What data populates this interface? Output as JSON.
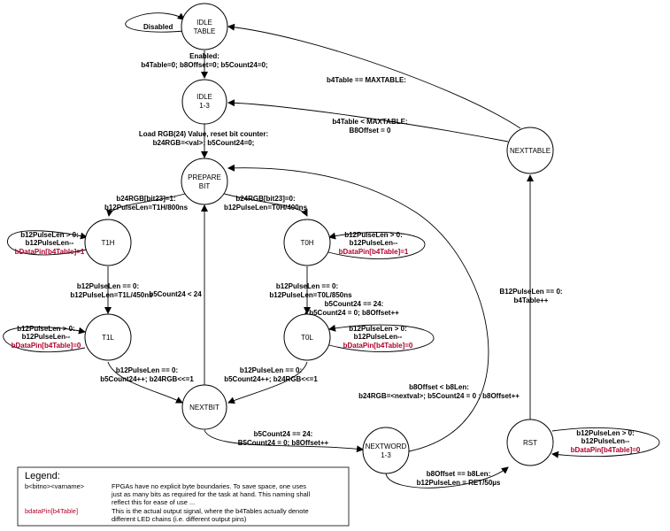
{
  "states": {
    "idle_table": [
      "IDLE",
      "TABLE"
    ],
    "idle_13": [
      "IDLE",
      "1-3"
    ],
    "prepare_bit": [
      "PREPARE",
      "BIT"
    ],
    "t1h": [
      "T1H"
    ],
    "t0h": [
      "T0H"
    ],
    "t1l": [
      "T1L"
    ],
    "t0l": [
      "T0L"
    ],
    "nextbit": [
      "NEXTBIT"
    ],
    "nextword": [
      "NEXTWORD",
      "1-3"
    ],
    "rst": [
      "RST"
    ],
    "nexttable": [
      "NEXTTABLE"
    ]
  },
  "labels": {
    "disabled": "Disabled",
    "enabled": [
      "Enabled:",
      "b4Table=0; b8Offset=0; b5Count24=0;"
    ],
    "load_rgb": [
      "Load RGB(24) Value, reset bit counter:",
      "b24RGB=<val>; b5Count24=0;"
    ],
    "to_t1h": [
      "b24RGB[bit23]=1:",
      "b12PulseLen=T1H/800ns"
    ],
    "to_t0h": [
      "b24RGB[bit23]=0:",
      "b12PulseLen=T0H/400ns"
    ],
    "t1h_loop": [
      "b12PulseLen > 0:",
      "b12PulseLen--"
    ],
    "t1h_loop_red": "bDataPin[b4Table]=1",
    "t0h_loop": [
      "b12PulseLen > 0:",
      "b12PulseLen--"
    ],
    "t0h_loop_red": "bDataPin[b4Table]=1",
    "t1h_to_t1l": [
      "b12PulseLen == 0:",
      "b12PulseLen=T1L/450ns"
    ],
    "t0h_to_t0l": [
      "b12PulseLen == 0:",
      "b12PulseLen=T0L/850ns"
    ],
    "t1l_loop": [
      "b12PulseLen > 0:",
      "b12PulseLen--"
    ],
    "t1l_loop_red": "bDataPin[b4Table]=0",
    "t0l_loop": [
      "b12PulseLen > 0:",
      "b12PulseLen--"
    ],
    "t0l_loop_red": "bDataPin[b4Table]=0",
    "count24_reset": [
      "b5Count24 == 24:",
      "b5Count24 = 0; b8Offset++"
    ],
    "t1l_to_nextbit": [
      "b12PulseLen == 0:",
      "b5Count24++; b24RGB<<=1"
    ],
    "t0l_to_nextbit": [
      "b12PulseLen == 0:",
      "b5Count24++; b24RGB<<=1"
    ],
    "nextbit_back": "b5Count24 < 24",
    "nextbit_to_nextword": [
      "b5Count24 == 24:",
      "B5Count24 = 0; b8Offset++"
    ],
    "nextword_back": [
      "b8Offset < b8Len:",
      "b24RGB=<nextval>; b5Count24 = 0 ; b8Offset++"
    ],
    "nextword_to_rst": [
      "b8Offset == b8Len:",
      "b12PulseLen = RET/50µs"
    ],
    "rst_loop": [
      "b12PulseLen > 0:",
      "b12PulseLen--"
    ],
    "rst_loop_red": "bDataPin[b4Table]=0",
    "rst_to_nexttable": [
      "B12PulseLen == 0:",
      "b4Table++"
    ],
    "nexttable_to_idle": [
      "b4Table < MAXTABLE:",
      "B8Offset = 0"
    ],
    "nexttable_to_table": "b4Table == MAXTABLE:"
  },
  "legend": {
    "title": "Legend:",
    "row1_key": "b<bitno><varname>",
    "row1_desc": [
      "FPGAs have no explicit byte boundaries. To save space, one uses",
      "just as many bits as required for the task at hand. This naming shall",
      "reflect this for ease of use ..."
    ],
    "row2_key": "bdataPin[b4Table]",
    "row2_desc": [
      "This is the actual output signal, where the b4Tables actually denote",
      "different LED chains (i.e. different output pins)"
    ]
  },
  "colors": {
    "line": "#000000",
    "signal_red": "#b0002a"
  }
}
